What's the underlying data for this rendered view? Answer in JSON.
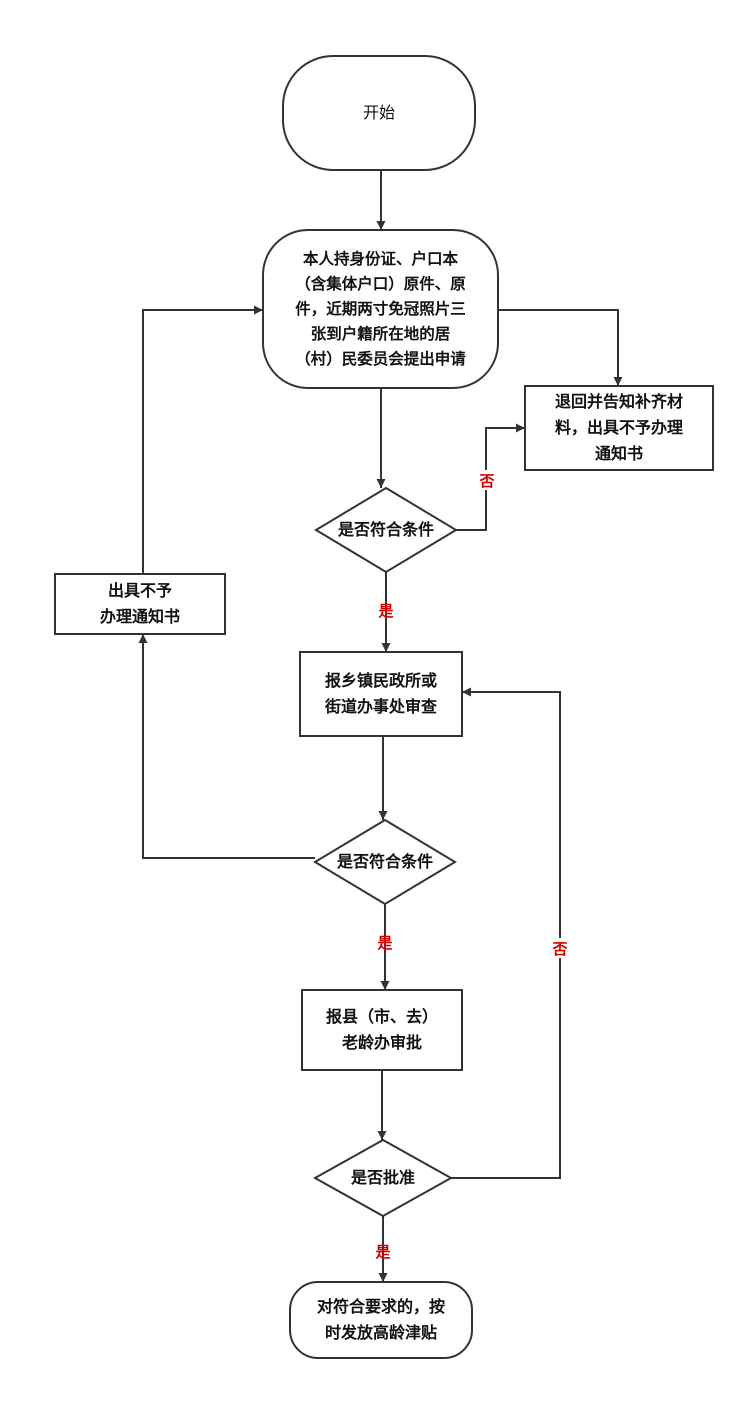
{
  "nodes": {
    "start": "开始",
    "apply": "本人持身份证、户口本\n（含集体户口）原件、原\n件，近期两寸免冠照片三\n张到户籍所在地的居\n（村）民委员会提出申请",
    "return": "退回并告知补齐材\n料，出具不予办理\n通知书",
    "check1": "是否符合条件",
    "notice": "出具不予\n办理通知书",
    "township": "报乡镇民政所或\n街道办事处审查",
    "check2": "是否符合条件",
    "county": "报县（市、去）\n老龄办审批",
    "approve": "是否批准",
    "end": "对符合要求的，按\n时发放高龄津贴"
  },
  "labels": {
    "no1": "否",
    "yes1": "是",
    "yes2": "是",
    "no2": "否",
    "yes3": "是"
  }
}
